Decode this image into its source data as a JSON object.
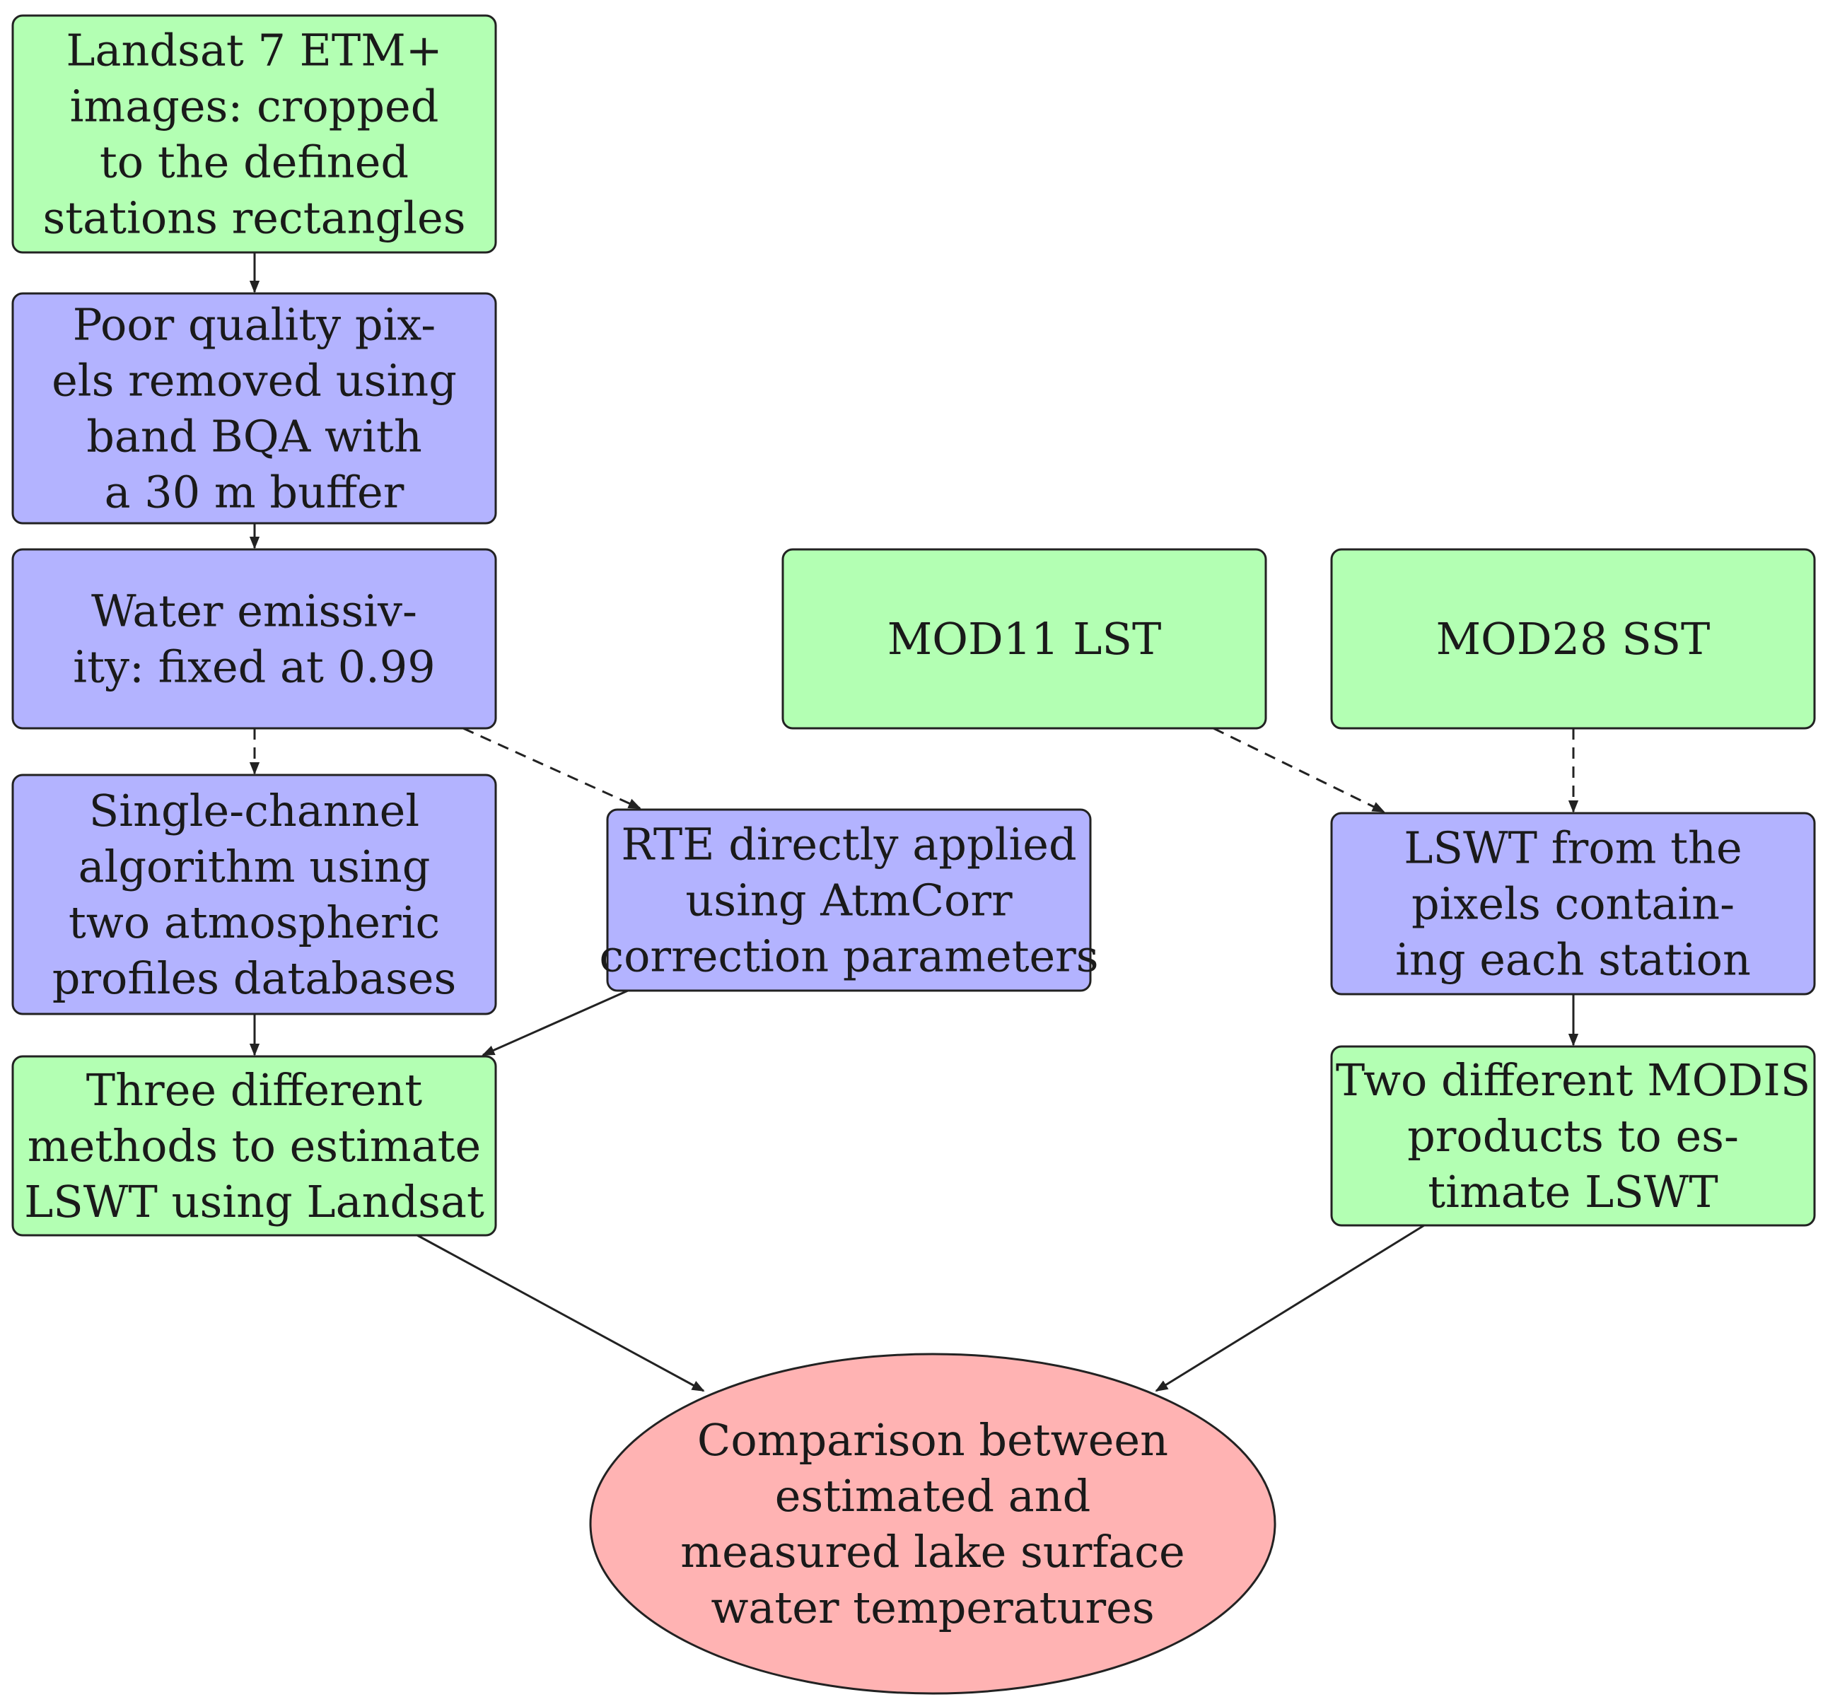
{
  "colors": {
    "input_fill": "#b3ffb3",
    "process_fill": "#b3b3ff",
    "output_fill": "#ffb3b3",
    "stroke": "#222222"
  },
  "nodes": [
    {
      "id": "landsat-images",
      "kind": "input",
      "lines": [
        "Landsat 7 ETM+",
        "images: cropped",
        "to the defined",
        "stations rectangles"
      ]
    },
    {
      "id": "poor-quality-pixels",
      "kind": "process",
      "lines": [
        "Poor quality pix-",
        "els removed using",
        "band BQA with",
        "a 30 m buffer"
      ]
    },
    {
      "id": "water-emissivity",
      "kind": "process",
      "lines": [
        "Water emissiv-",
        "ity: fixed at 0.99"
      ]
    },
    {
      "id": "single-channel",
      "kind": "process",
      "lines": [
        "Single-channel",
        "algorithm using",
        "two atmospheric",
        "profiles databases"
      ]
    },
    {
      "id": "three-methods",
      "kind": "input",
      "lines": [
        "Three different",
        "methods to estimate",
        "LSWT using Landsat"
      ]
    },
    {
      "id": "rte-applied",
      "kind": "process",
      "lines": [
        "RTE directly applied",
        "using AtmCorr",
        "correction parameters"
      ]
    },
    {
      "id": "mod11-lst",
      "kind": "input",
      "lines": [
        "MOD11 LST"
      ]
    },
    {
      "id": "mod28-sst",
      "kind": "input",
      "lines": [
        "MOD28 SST"
      ]
    },
    {
      "id": "lswt-pixels",
      "kind": "process",
      "lines": [
        "LSWT from the",
        "pixels contain-",
        "ing each station"
      ]
    },
    {
      "id": "two-modis",
      "kind": "input",
      "lines": [
        "Two different MODIS",
        "products to es-",
        "timate LSWT"
      ]
    },
    {
      "id": "comparison",
      "kind": "output",
      "lines": [
        "Comparison between",
        "estimated and",
        "measured lake surface",
        "water temperatures"
      ]
    }
  ],
  "edges": [
    {
      "from": "landsat-images",
      "to": "poor-quality-pixels",
      "style": "solid"
    },
    {
      "from": "poor-quality-pixels",
      "to": "water-emissivity",
      "style": "solid"
    },
    {
      "from": "water-emissivity",
      "to": "single-channel",
      "style": "dashed"
    },
    {
      "from": "water-emissivity",
      "to": "rte-applied",
      "style": "dashed"
    },
    {
      "from": "single-channel",
      "to": "three-methods",
      "style": "solid"
    },
    {
      "from": "rte-applied",
      "to": "three-methods",
      "style": "solid"
    },
    {
      "from": "mod11-lst",
      "to": "lswt-pixels",
      "style": "dashed"
    },
    {
      "from": "mod28-sst",
      "to": "lswt-pixels",
      "style": "dashed"
    },
    {
      "from": "lswt-pixels",
      "to": "two-modis",
      "style": "solid"
    },
    {
      "from": "three-methods",
      "to": "comparison",
      "style": "solid"
    },
    {
      "from": "two-modis",
      "to": "comparison",
      "style": "solid"
    }
  ]
}
